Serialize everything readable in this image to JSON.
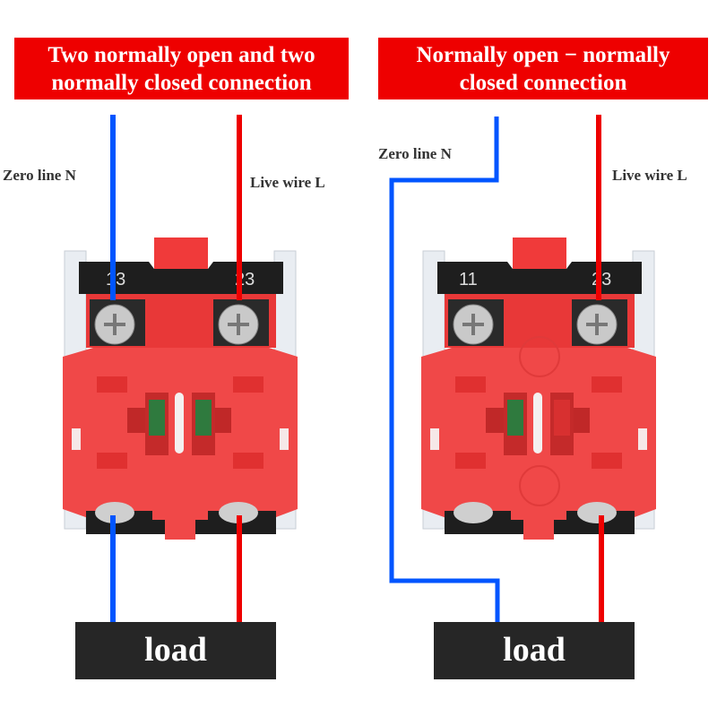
{
  "left_panel": {
    "title_lines": [
      "Two normally open and two",
      "normally closed connection"
    ],
    "neutral_label": "Zero line N",
    "live_label": "Live wire L",
    "terminal_top_left": "13",
    "terminal_top_right": "23",
    "load_label": "load"
  },
  "right_panel": {
    "title_lines": [
      "Normally open − normally",
      "closed connection"
    ],
    "neutral_label": "Zero line N",
    "live_label": "Live wire L",
    "terminal_top_left": "11",
    "terminal_top_right": "23",
    "load_label": "load"
  },
  "colors": {
    "banner": "#ee0000",
    "neutral_wire": "#0055ff",
    "live_wire": "#ee0000",
    "load_box": "#262626",
    "switch_body": "#f04848",
    "terminal_strip": "#1e1e1e"
  }
}
